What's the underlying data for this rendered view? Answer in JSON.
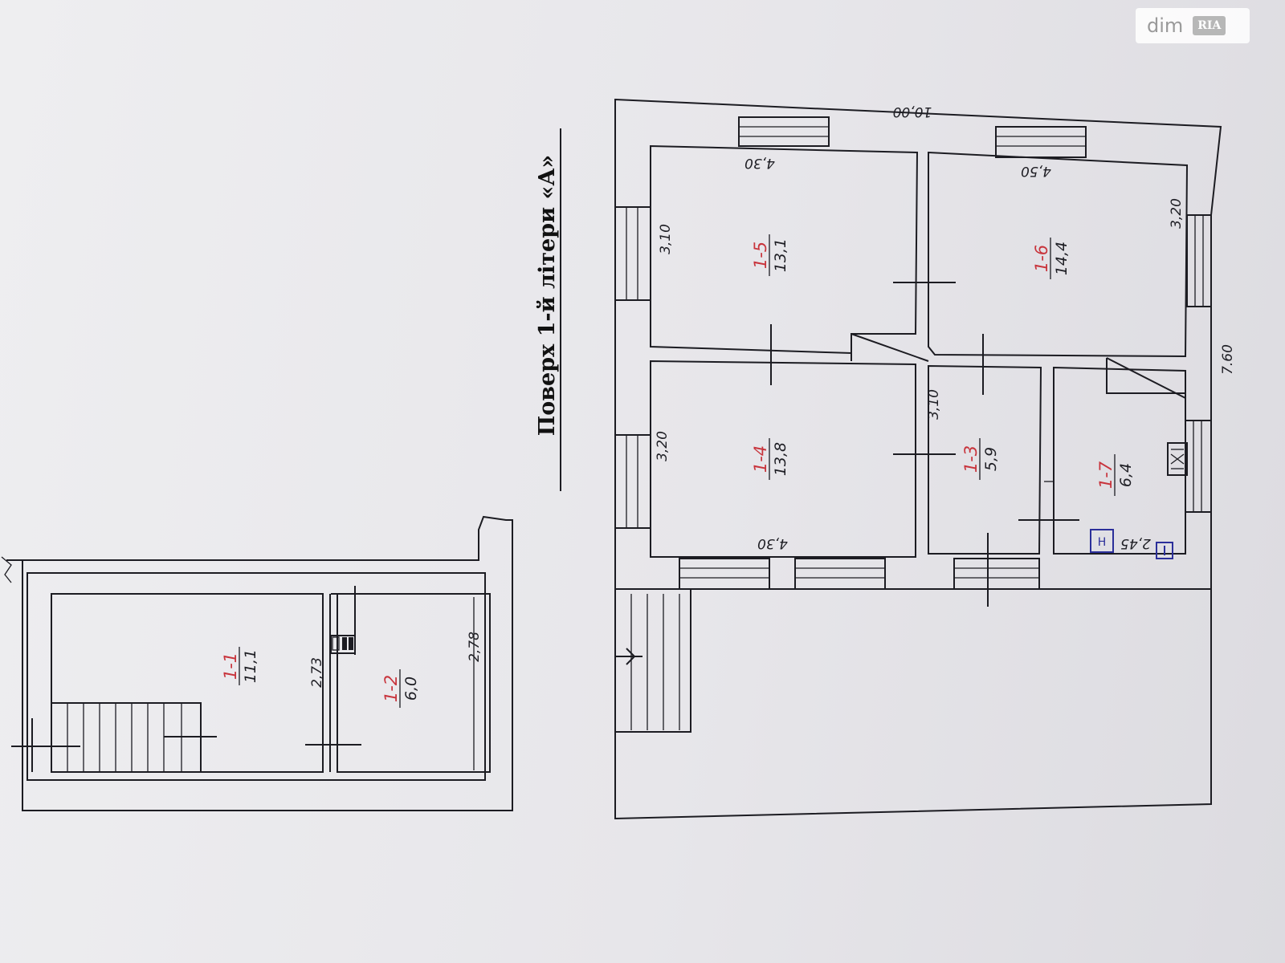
{
  "title": "Поверх 1-й літери «А»",
  "watermark": {
    "brand": "dim",
    "badge": "RIA"
  },
  "dimensions": {
    "overall_width": "10,00",
    "overall_depth": "7.60",
    "room5_width": "4,30",
    "room5_depth": "3,10",
    "room6_width": "4,50",
    "room6_depth": "3,20",
    "room4_width": "4,30",
    "room4_depth": "3,20",
    "room3_depth": "3,10",
    "room7_width": "2,45",
    "cellar_depth_1": "2,73",
    "cellar_depth_2": "2,78"
  },
  "rooms": [
    {
      "id": "1-1",
      "area": "11,1"
    },
    {
      "id": "1-2",
      "area": "6,0"
    },
    {
      "id": "1-3",
      "area": "5,9"
    },
    {
      "id": "1-4",
      "area": "13,8"
    },
    {
      "id": "1-5",
      "area": "13,1"
    },
    {
      "id": "1-6",
      "area": "14,4"
    },
    {
      "id": "1-7",
      "area": "6,4"
    }
  ]
}
